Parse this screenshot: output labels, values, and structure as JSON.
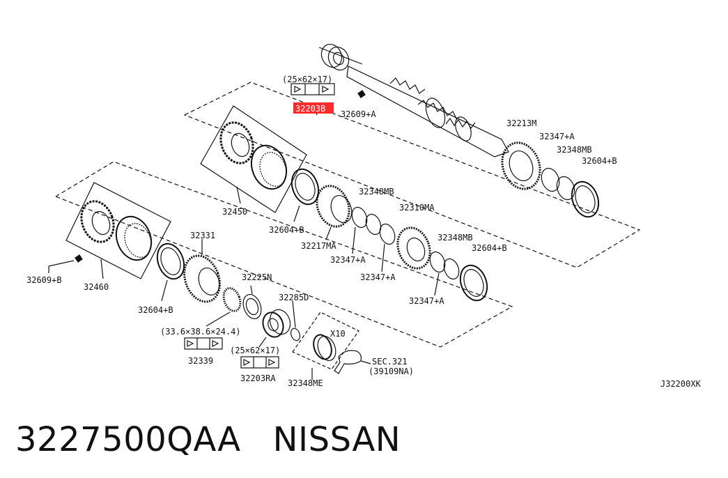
{
  "diagram": {
    "labels": {
      "b25_62_17_top": "(25×62×17)",
      "p32203_highlight": "32203B",
      "p32609_a": "32609+A",
      "p32213m": "32213M",
      "p32347_a_1": "32347+A",
      "p32348mb_1": "32348MB",
      "p32604_b_1": "32604+B",
      "p32450": "32450",
      "p32348mb_2": "32348MB",
      "p32604_b_2": "32604+B",
      "p32310ma": "32310MA",
      "p32217ma": "32217MA",
      "p32348mb_3": "32348MB",
      "p32604_b_3": "32604+B",
      "p32347_a_2": "32347+A",
      "p32347_a_3": "32347+A",
      "p32347_a_4": "32347+A",
      "p32331": "32331",
      "p32609_b": "32609+B",
      "p32460": "32460",
      "p32225n": "32225N",
      "p32604_b_4": "32604+B",
      "p32285d": "32285D",
      "b33_38_24": "(33.6×38.6×24.4)",
      "x10": "X10",
      "p32339": "32339",
      "b25_62_17_bottom": "(25×62×17)",
      "sec321": "SEC.321",
      "p39109na": "(39109NA)",
      "p32203ra": "32203RA",
      "p32348me": "32348ME",
      "diagram_code": "J32200XK"
    }
  },
  "footer": {
    "part_number": "3227500QAA",
    "brand": "NISSAN"
  }
}
